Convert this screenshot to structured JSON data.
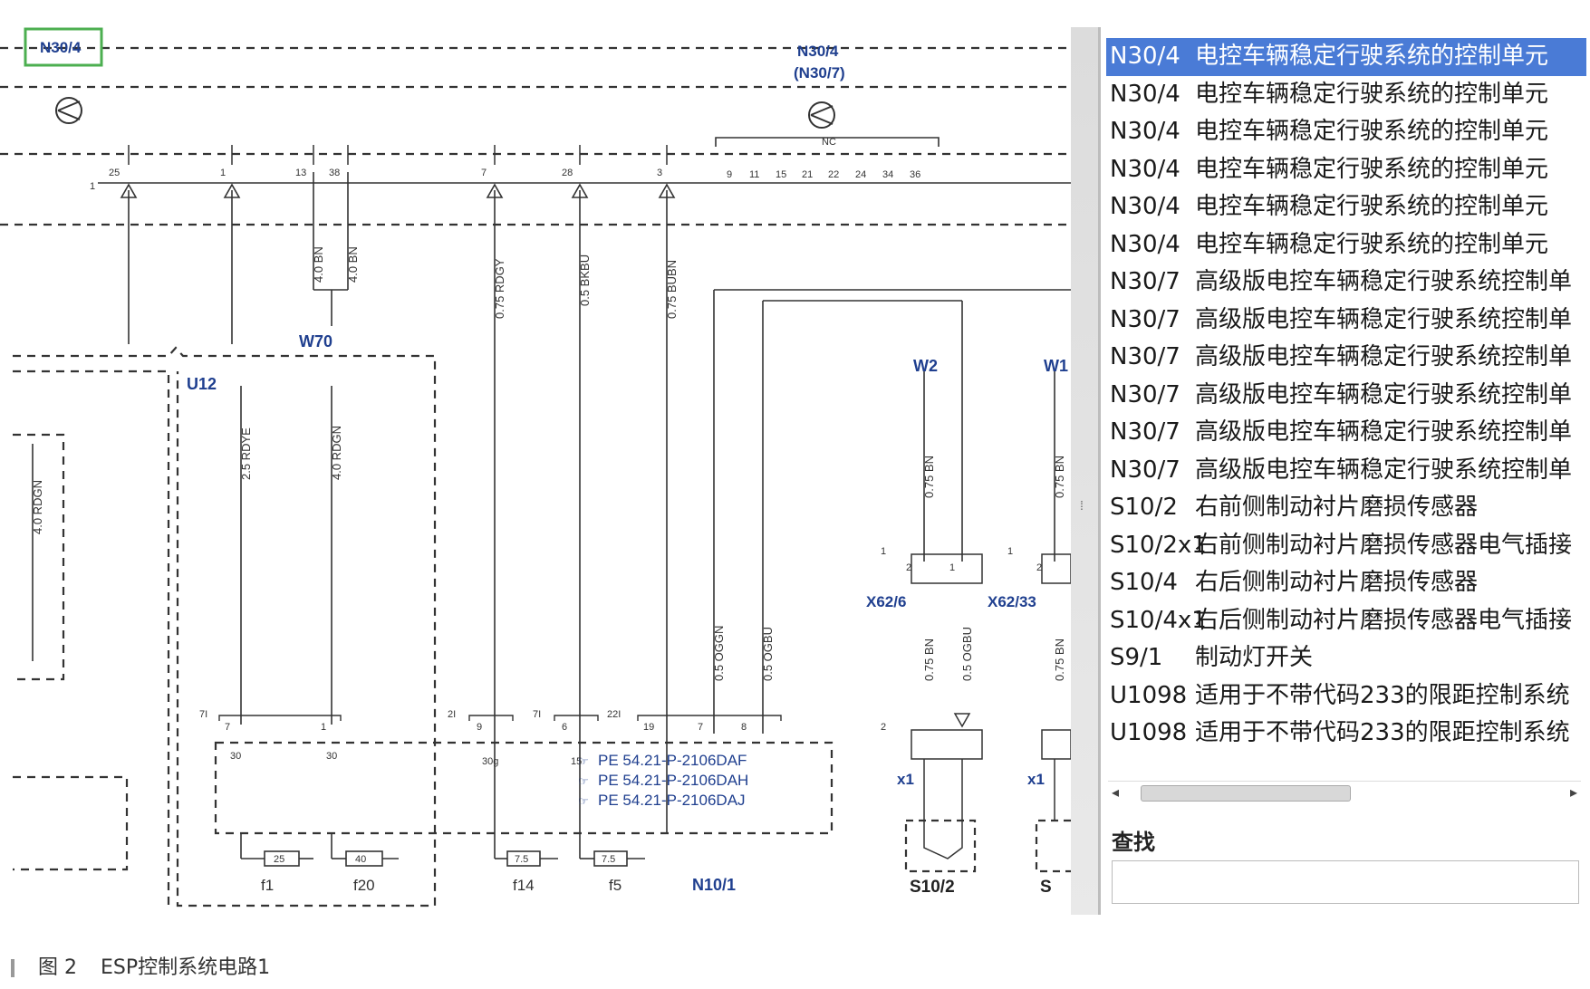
{
  "diagram": {
    "top_labels": {
      "module_left": "N30/4",
      "module_center": "N30/4",
      "module_center_alt": "(N30/7)"
    },
    "connector_pins": [
      "25",
      "1",
      "13",
      "38",
      "7",
      "28",
      "3",
      "9",
      "11",
      "15",
      "21",
      "22",
      "24",
      "34",
      "36"
    ],
    "nc_label": "NC",
    "pin_1": "1",
    "wires": {
      "w1": "4.0 BN",
      "w2": "4.0 BN",
      "w3": "0.75 RDGY",
      "w4": "0.5 BKBU",
      "w5": "0.75 BUBN",
      "w6": "2.5 RDYE",
      "w7": "4.0 RDGN",
      "w8": "4.0 RDGN",
      "w9": "0.5 OGGN",
      "w10": "0.5 OGBU",
      "w11": "0.75 BN",
      "w12": "0.5 OGBU",
      "w13": "0.75 BN",
      "w14": "0.75 BN",
      "w15": "0.75 BN"
    },
    "ground_labels": {
      "w70": "W70",
      "w2": "W2",
      "w1": "W1"
    },
    "unit_label": "U12",
    "fuse_block_pins": {
      "p71a": "7I",
      "p7": "7",
      "p1": "1",
      "p21": "2I",
      "p9": "9",
      "p71b": "7I",
      "p6": "6",
      "p221": "22I",
      "p19": "19",
      "p7b": "7",
      "p8": "8",
      "t30a": "30",
      "t30b": "30",
      "t30g": "30g",
      "t15": "15"
    },
    "references": [
      "PE 54.21-P-2106DAF",
      "PE 54.21-P-2106DAH",
      "PE 54.21-P-2106DAJ"
    ],
    "fuses": [
      {
        "rating": "25",
        "name": "f1"
      },
      {
        "rating": "40",
        "name": "f20"
      },
      {
        "rating": "7.5",
        "name": "f14"
      },
      {
        "rating": "7.5",
        "name": "f5"
      }
    ],
    "module_n10": "N10/1",
    "connectors": {
      "x62_6": "X62/6",
      "x62_33": "X62/33",
      "x1a": "x1",
      "x1b": "x1",
      "pin1a": "1",
      "pin2a": "2",
      "pin1b": "1",
      "pin2b": "2",
      "pin1c": "1",
      "pin2c": "2"
    },
    "sensor": "S10/2",
    "sensor_partial": "S"
  },
  "panel": {
    "items": [
      {
        "code": "N30/4",
        "desc": "电控车辆稳定行驶系统的控制单元"
      },
      {
        "code": "N30/4",
        "desc": "电控车辆稳定行驶系统的控制单元"
      },
      {
        "code": "N30/4",
        "desc": "电控车辆稳定行驶系统的控制单元"
      },
      {
        "code": "N30/4",
        "desc": "电控车辆稳定行驶系统的控制单元"
      },
      {
        "code": "N30/4",
        "desc": "电控车辆稳定行驶系统的控制单元"
      },
      {
        "code": "N30/4",
        "desc": "电控车辆稳定行驶系统的控制单元"
      },
      {
        "code": "N30/7",
        "desc": "高级版电控车辆稳定行驶系统控制单"
      },
      {
        "code": "N30/7",
        "desc": "高级版电控车辆稳定行驶系统控制单"
      },
      {
        "code": "N30/7",
        "desc": "高级版电控车辆稳定行驶系统控制单"
      },
      {
        "code": "N30/7",
        "desc": "高级版电控车辆稳定行驶系统控制单"
      },
      {
        "code": "N30/7",
        "desc": "高级版电控车辆稳定行驶系统控制单"
      },
      {
        "code": "N30/7",
        "desc": "高级版电控车辆稳定行驶系统控制单"
      },
      {
        "code": "S10/2",
        "desc": "右前侧制动衬片磨损传感器"
      },
      {
        "code": "S10/2x1",
        "desc": "右前侧制动衬片磨损传感器电气插接"
      },
      {
        "code": "S10/4",
        "desc": "右后侧制动衬片磨损传感器"
      },
      {
        "code": "S10/4x1",
        "desc": "右后侧制动衬片磨损传感器电气插接"
      },
      {
        "code": "S9/1",
        "desc": "制动灯开关"
      },
      {
        "code": "U1098",
        "desc": "适用于不带代码233的限距控制系统"
      },
      {
        "code": "U1098",
        "desc": "适用于不带代码233的限距控制系统"
      }
    ],
    "search_label": "查找"
  },
  "caption": {
    "figure": "图 2",
    "title": "ESP控制系统电路1"
  }
}
